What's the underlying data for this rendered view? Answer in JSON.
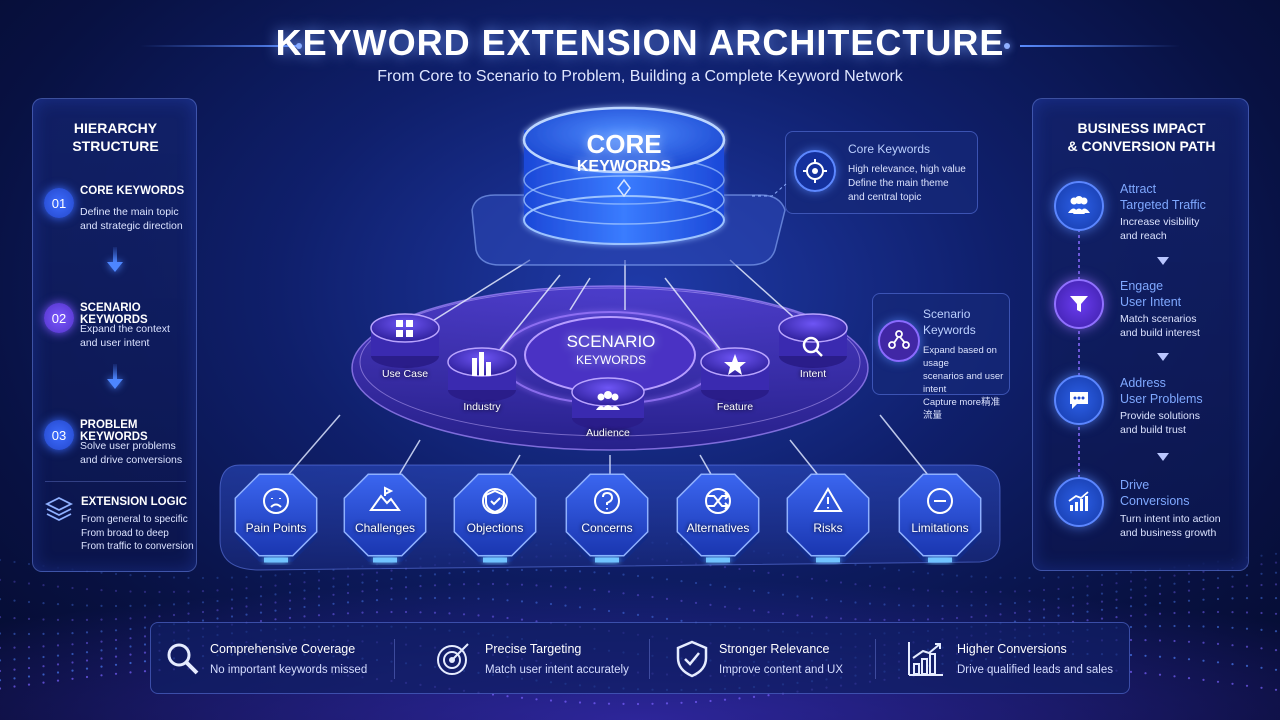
{
  "header": {
    "title": "KEYWORD EXTENSION ARCHITECTURE",
    "subtitle": "From Core to Scenario to Problem, Building a Complete Keyword Network"
  },
  "left_panel": {
    "title_line1": "HIERARCHY",
    "title_line2": "STRUCTURE",
    "steps": [
      {
        "num": "01",
        "head": "CORE KEYWORDS",
        "desc1": "Define the main topic",
        "desc2": "and strategic direction"
      },
      {
        "num": "02",
        "head": "SCENARIO KEYWORDS",
        "desc1": "Expand the context",
        "desc2": "and user intent"
      },
      {
        "num": "03",
        "head": "PROBLEM KEYWORDS",
        "desc1": "Solve user problems",
        "desc2": "and drive conversions"
      }
    ],
    "logic": {
      "head": "EXTENSION LOGIC",
      "line1": "From general to specific",
      "line2": "From broad to deep",
      "line3": "From traffic to conversion"
    }
  },
  "core": {
    "line1": "CORE",
    "line2": "KEYWORDS"
  },
  "core_callout": {
    "head": "Core Keywords",
    "line1": "High relevance, high value",
    "line2": "Define the main theme",
    "line3": "and central topic",
    "icon": "target-icon"
  },
  "scenario": {
    "line1": "SCENARIO",
    "line2": "KEYWORDS",
    "nodes": [
      "Use Case",
      "Industry",
      "Audience",
      "Feature",
      "Intent"
    ]
  },
  "scenario_callout": {
    "head1": "Scenario",
    "head2": "Keywords",
    "line1": "Expand based on usage",
    "line2": "scenarios and user intent",
    "line3": "Capture more精准流量",
    "icon": "nodes-icon"
  },
  "problems": [
    "Pain Points",
    "Challenges",
    "Objections",
    "Concerns",
    "Alternatives",
    "Risks",
    "Limitations"
  ],
  "right_panel": {
    "title_line1": "BUSINESS IMPACT",
    "title_line2": "& CONVERSION PATH",
    "steps": [
      {
        "head1": "Attract",
        "head2": "Targeted Traffic",
        "desc1": "Increase visibility",
        "desc2": "and reach",
        "icon": "users-icon"
      },
      {
        "head1": "Engage",
        "head2": "User Intent",
        "desc1": "Match scenarios",
        "desc2": "and build interest",
        "icon": "funnel-icon"
      },
      {
        "head1": "Address",
        "head2": "User Problems",
        "desc1": "Provide solutions",
        "desc2": "and build trust",
        "icon": "chat-icon"
      },
      {
        "head1": "Drive",
        "head2": "Conversions",
        "desc1": "Turn intent into action",
        "desc2": "and business growth",
        "icon": "growth-chart-icon"
      }
    ]
  },
  "bottom": [
    {
      "head": "Comprehensive Coverage",
      "desc": "No important keywords missed",
      "icon": "search-icon"
    },
    {
      "head": "Precise Targeting",
      "desc": "Match user intent accurately",
      "icon": "target-arrow-icon"
    },
    {
      "head": "Stronger Relevance",
      "desc": "Improve content and UX",
      "icon": "shield-check-icon"
    },
    {
      "head": "Higher Conversions",
      "desc": "Drive qualified leads and sales",
      "icon": "bar-chart-icon"
    }
  ],
  "colors": {
    "accent_blue": "#4d86ff",
    "accent_purple": "#7b58ff",
    "background": "#0f1f6b"
  }
}
